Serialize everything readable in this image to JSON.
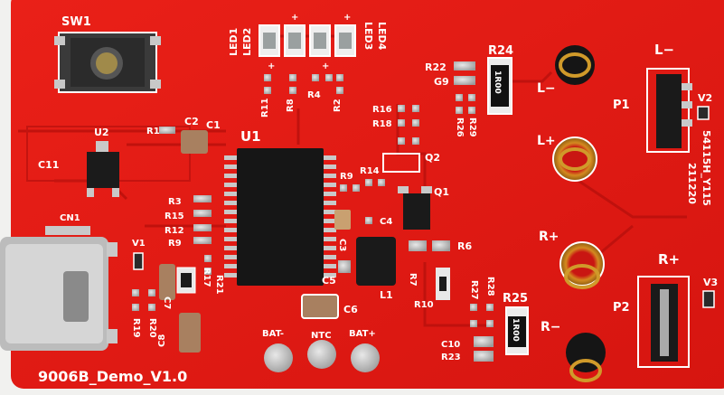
{
  "photo": {
    "subject": "PCB",
    "board_color": "#e01a14",
    "silk_color": "#ffffff",
    "background_color": "#f1f1ef"
  },
  "silkscreen": {
    "sw1": "SW1",
    "u1": "U1",
    "u2": "U2",
    "led1": "LED1",
    "led2": "LED2",
    "led3": "LED3",
    "led4": "LED4",
    "r24": "R24",
    "r22": "R22",
    "g9": "G9",
    "l_minus_top": "L−",
    "l_minus": "L−",
    "l_plus": "L+",
    "r_plus": "R+",
    "r_minus": "R−",
    "r_plus_right": "R+",
    "p1": "P1",
    "p2": "P2",
    "v2": "V2",
    "v3": "V3",
    "vertical_code": "54115H_Y115",
    "vertical_date": "211220",
    "c2": "C2",
    "c1": "C1",
    "c11": "C11",
    "r1": "R1",
    "r11": "R11",
    "r8": "R8",
    "r4": "R4",
    "r2": "R2",
    "r16": "R16",
    "r18": "R18",
    "r26": "R26",
    "r29": "R29",
    "q2": "Q2",
    "q1": "Q1",
    "r14": "R14",
    "r9": "R9",
    "r3": "R3",
    "r15": "R15",
    "r12": "R12",
    "r9b": "R9",
    "r17": "R17",
    "r21": "R21",
    "c3": "C3",
    "c4": "C4",
    "r6": "R6",
    "c5": "C5",
    "c6": "C6",
    "l1": "L1",
    "r7": "R7",
    "r10": "R10",
    "r27": "R27",
    "r28": "R28",
    "r25": "R25",
    "c10": "C10",
    "r23": "R23",
    "v1": "V1",
    "cn1": "CN1",
    "c7": "C7",
    "r19": "R19",
    "r20": "R20",
    "c8": "C8",
    "bat_minus": "BAT-",
    "ntc": "NTC",
    "bat_plus": "BAT+",
    "board_name": "9006B_Demo_V1.0",
    "res_1r00_top": "1R00",
    "res_1r00_bottom": "1R00"
  }
}
